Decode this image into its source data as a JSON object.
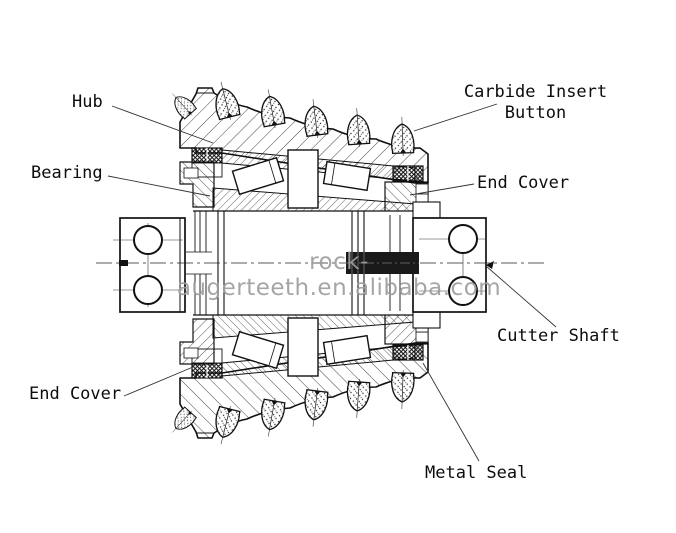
{
  "diagram": {
    "type": "engineering-cross-section",
    "subject": "roller-cone-cutter-assembly",
    "labels": {
      "hub": "Hub",
      "bearing": "Bearing",
      "carbide_insert_button_line1": "Carbide Insert",
      "carbide_insert_button_line2": "Button",
      "end_cover_right": "End Cover",
      "cutter_shaft": "Cutter Shaft",
      "end_cover_left": "End Cover",
      "metal_seal": "Metal Seal"
    },
    "watermark": "rock-augerteeth.en.alibaba.com",
    "colors": {
      "background": "#ffffff",
      "line": "#111111",
      "watermark_text": "#9e9e9e",
      "watermark_box": "#1a1a1a"
    }
  }
}
